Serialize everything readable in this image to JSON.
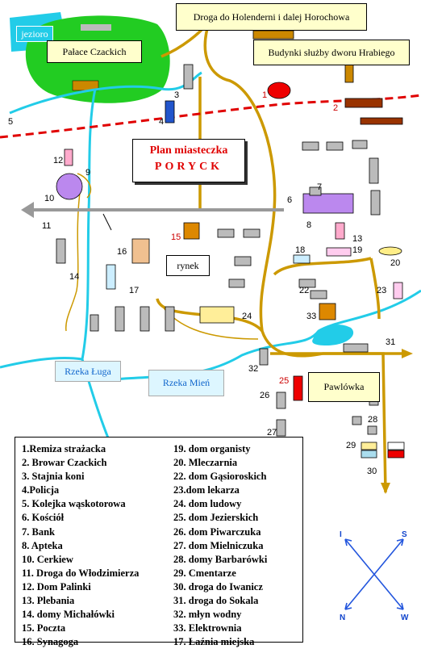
{
  "map_title": {
    "line1": "Plan miasteczka",
    "line2": "PORYCK"
  },
  "labels": {
    "road_holenderni": "Droga do Holenderni i dalej  Horochowa",
    "budynki": "Budynki służby dworu Hrabiego",
    "jezioro": "jezioro",
    "palace": "Pałace Czackich",
    "rynek": "rynek",
    "rzeka_luga": "Rzeka Ługa",
    "rzeka_mien": "Rzeka Mień",
    "pawlowka": "Pawlówka"
  },
  "numbers": [
    "1",
    "2",
    "3",
    "4",
    "5",
    "6",
    "7",
    "8",
    "9",
    "10",
    "11",
    "12",
    "13",
    "14",
    "15",
    "16",
    "17",
    "18",
    "19",
    "20",
    "22",
    "23",
    "24",
    "25",
    "26",
    "27",
    "28",
    "29",
    "30",
    "31",
    "32",
    "33"
  ],
  "legend_left": [
    "1.Remiza strażacka",
    "2. Browar Czackich",
    "3. Stajnia koni",
    "4.Policja",
    "5. Kolejka wąskotorowa",
    "6. Kościół",
    "7. Bank",
    "8. Apteka",
    "10. Cerkiew",
    "11. Droga do Włodzimierza",
    "12. Dom Palinki",
    "13. Plebania",
    "14. domy Michałówki",
    "15. Poczta",
    "16. Synagoga"
  ],
  "legend_right": [
    "19. dom organisty",
    "20. Mleczarnia",
    "22. dom Gąsioroskich",
    "23.dom lekarza",
    "24. dom ludowy",
    "25. dom Jezierskich",
    "26. dom Piwarczuka",
    "27. dom Mielniczuka",
    "28. domy Barbarówki",
    "29. Cmentarze",
    "30. droga do Iwanicz",
    "31. droga do Sokala",
    "32. młyn wodny",
    "33. Elektrownia",
    "17. Łaźnia miejska"
  ],
  "compass": {
    "i": "I",
    "s": "S",
    "n": "N",
    "w": "W"
  }
}
